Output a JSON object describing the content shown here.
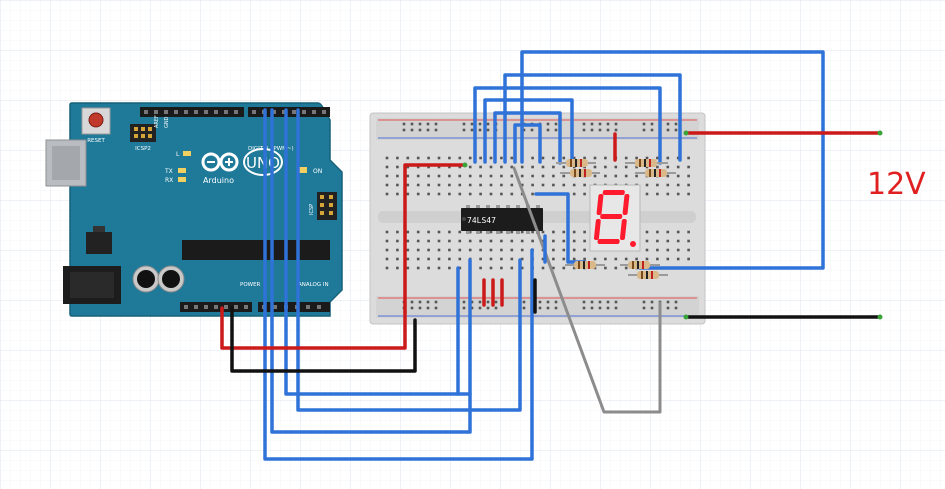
{
  "colors": {
    "arduino_blue": "#1f7a99",
    "breadboard": "#dcdcdc",
    "wire_blue": "#2f72d8",
    "wire_red": "#cc1a1a",
    "wire_black": "#111111",
    "wire_gray": "#8c8c8c",
    "segment_red": "#ff1a2d",
    "annotation_red": "#e02020"
  },
  "arduino": {
    "brand": "Arduino",
    "model": "UNO",
    "reset_label": "RESET",
    "icsp2_label": "ICSP2",
    "icsp_label": "ICSP",
    "digital_label": "DIGITAL (PWM~)",
    "aref_label": "AREF",
    "gnd_label": "GND",
    "power_label": "POWER",
    "analog_label": "ANALOG IN",
    "on_label": "ON",
    "l_label": "L",
    "tx_label": "TX",
    "rx_label": "RX"
  },
  "chip": {
    "label": "74LS47"
  },
  "display": {
    "digit": "8."
  },
  "annotation": {
    "voltage": "12V"
  },
  "icons": {
    "arduino_logo": "infinity-logo-icon"
  }
}
